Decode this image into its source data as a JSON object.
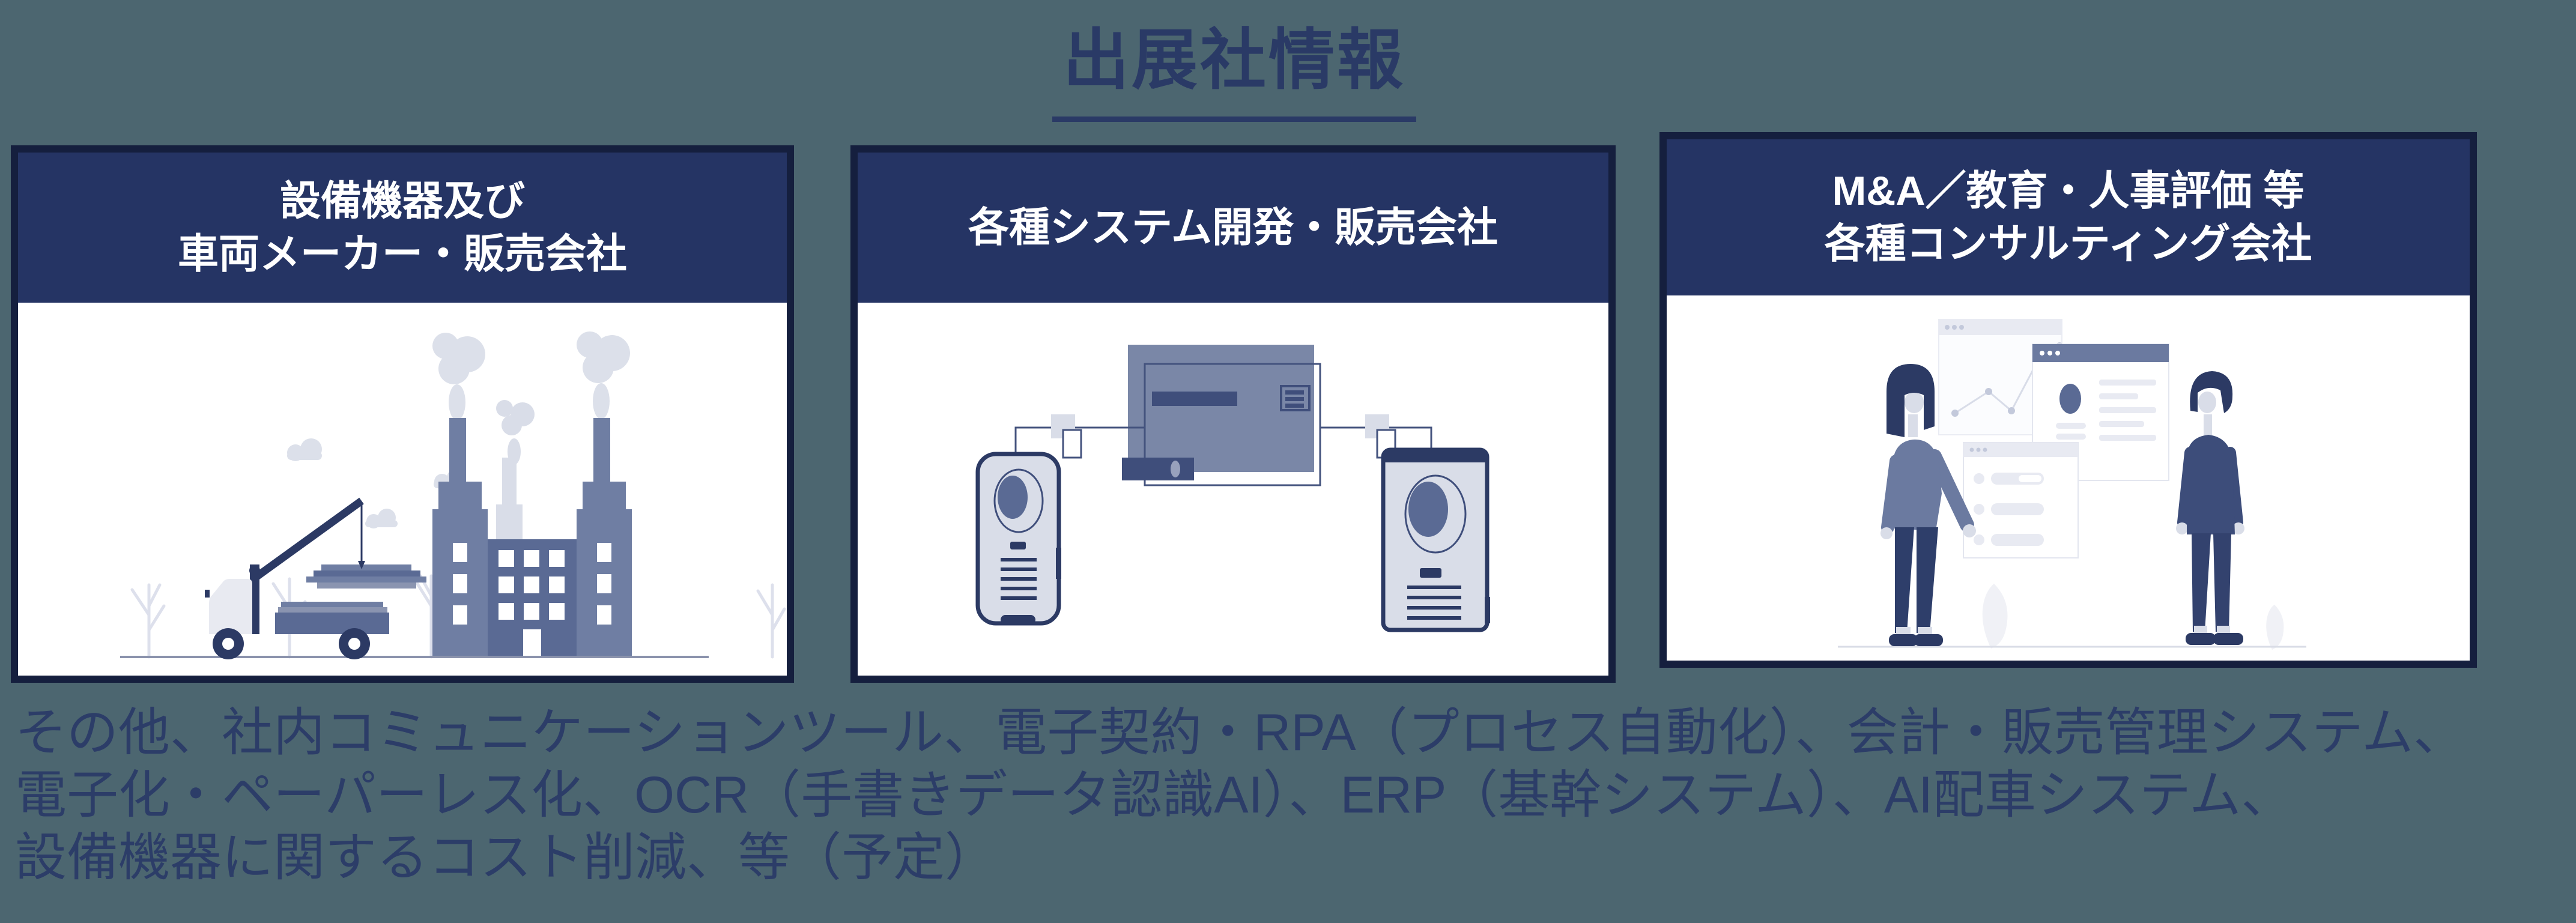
{
  "page": {
    "title": "出展社情報",
    "background_color": "#4C6670",
    "title_color": "#2A3A66"
  },
  "cards": [
    {
      "header": "設備機器及び\n車両メーカー・販売会社",
      "illustration": "factory-and-crane-truck"
    },
    {
      "header": "各種システム開発・販売会社",
      "illustration": "connected-intercom-devices-and-control-panel"
    },
    {
      "header": "M&A／教育・人事評価 等\n各種コンサルティング会社",
      "illustration": "two-people-viewing-dashboards"
    }
  ],
  "footer": {
    "text": "その他、社内コミュニケーションツール、電子契約・RPA（プロセス自動化）、会計・販売管理システム、\n電子化・ペーパーレス化、OCR（手書きデータ認識AI）、ERP（基幹システム）、AI配車システム、\n設備機器に関するコスト削減、等（予定）"
  },
  "colors": {
    "background_slate": "#4C6670",
    "card_border_navy": "#151F3E",
    "card_header_navy": "#253464",
    "body_text_navy": "#2C3D68",
    "illustration_dark_navy": "#2C3A64",
    "illustration_medium_slate": "#5A6A94",
    "illustration_light_slate": "#6F7EA3",
    "illustration_panel_slate": "#7A87A7",
    "illustration_pale": "#D9DDE8",
    "window_header_slate": "#6B7AA0"
  }
}
